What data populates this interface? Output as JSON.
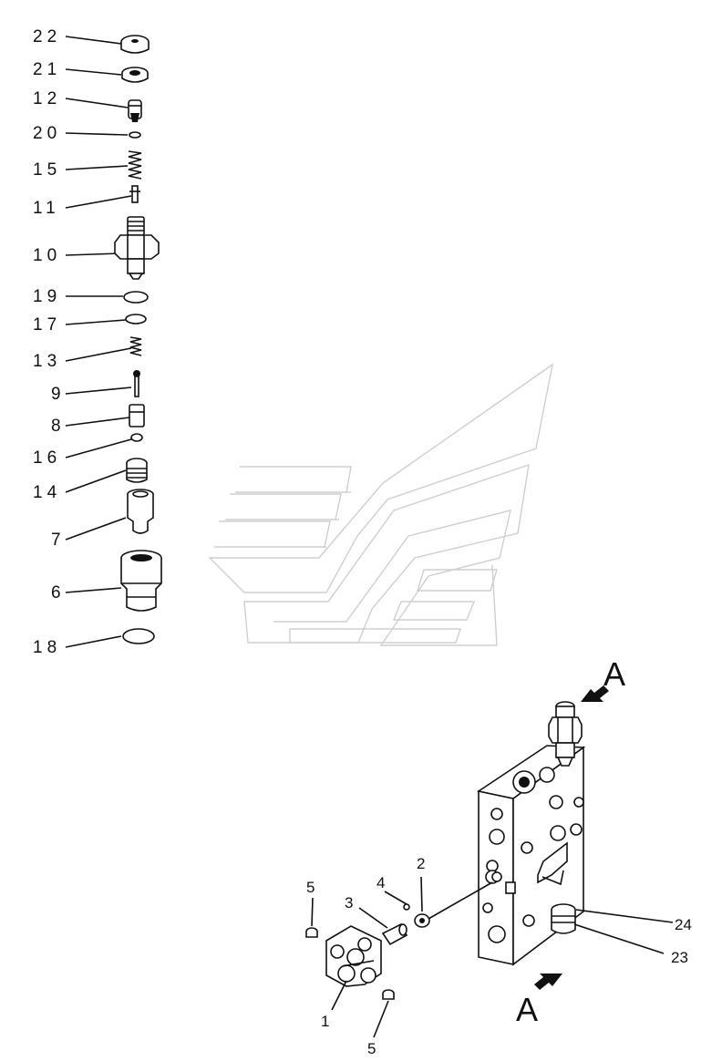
{
  "diagram": {
    "callouts_column": [
      "22",
      "21",
      "12",
      "20",
      "15",
      "11",
      "10",
      "19",
      "17",
      "13",
      "9",
      "8",
      "16",
      "14",
      "7",
      "6",
      "18"
    ],
    "callouts_assembly": {
      "c1": "1",
      "c2": "2",
      "c3": "3",
      "c4": "4",
      "c5a": "5",
      "c5b": "5",
      "c23": "23",
      "c24": "24"
    },
    "view_markers": {
      "top": "A",
      "bottom": "A"
    }
  }
}
